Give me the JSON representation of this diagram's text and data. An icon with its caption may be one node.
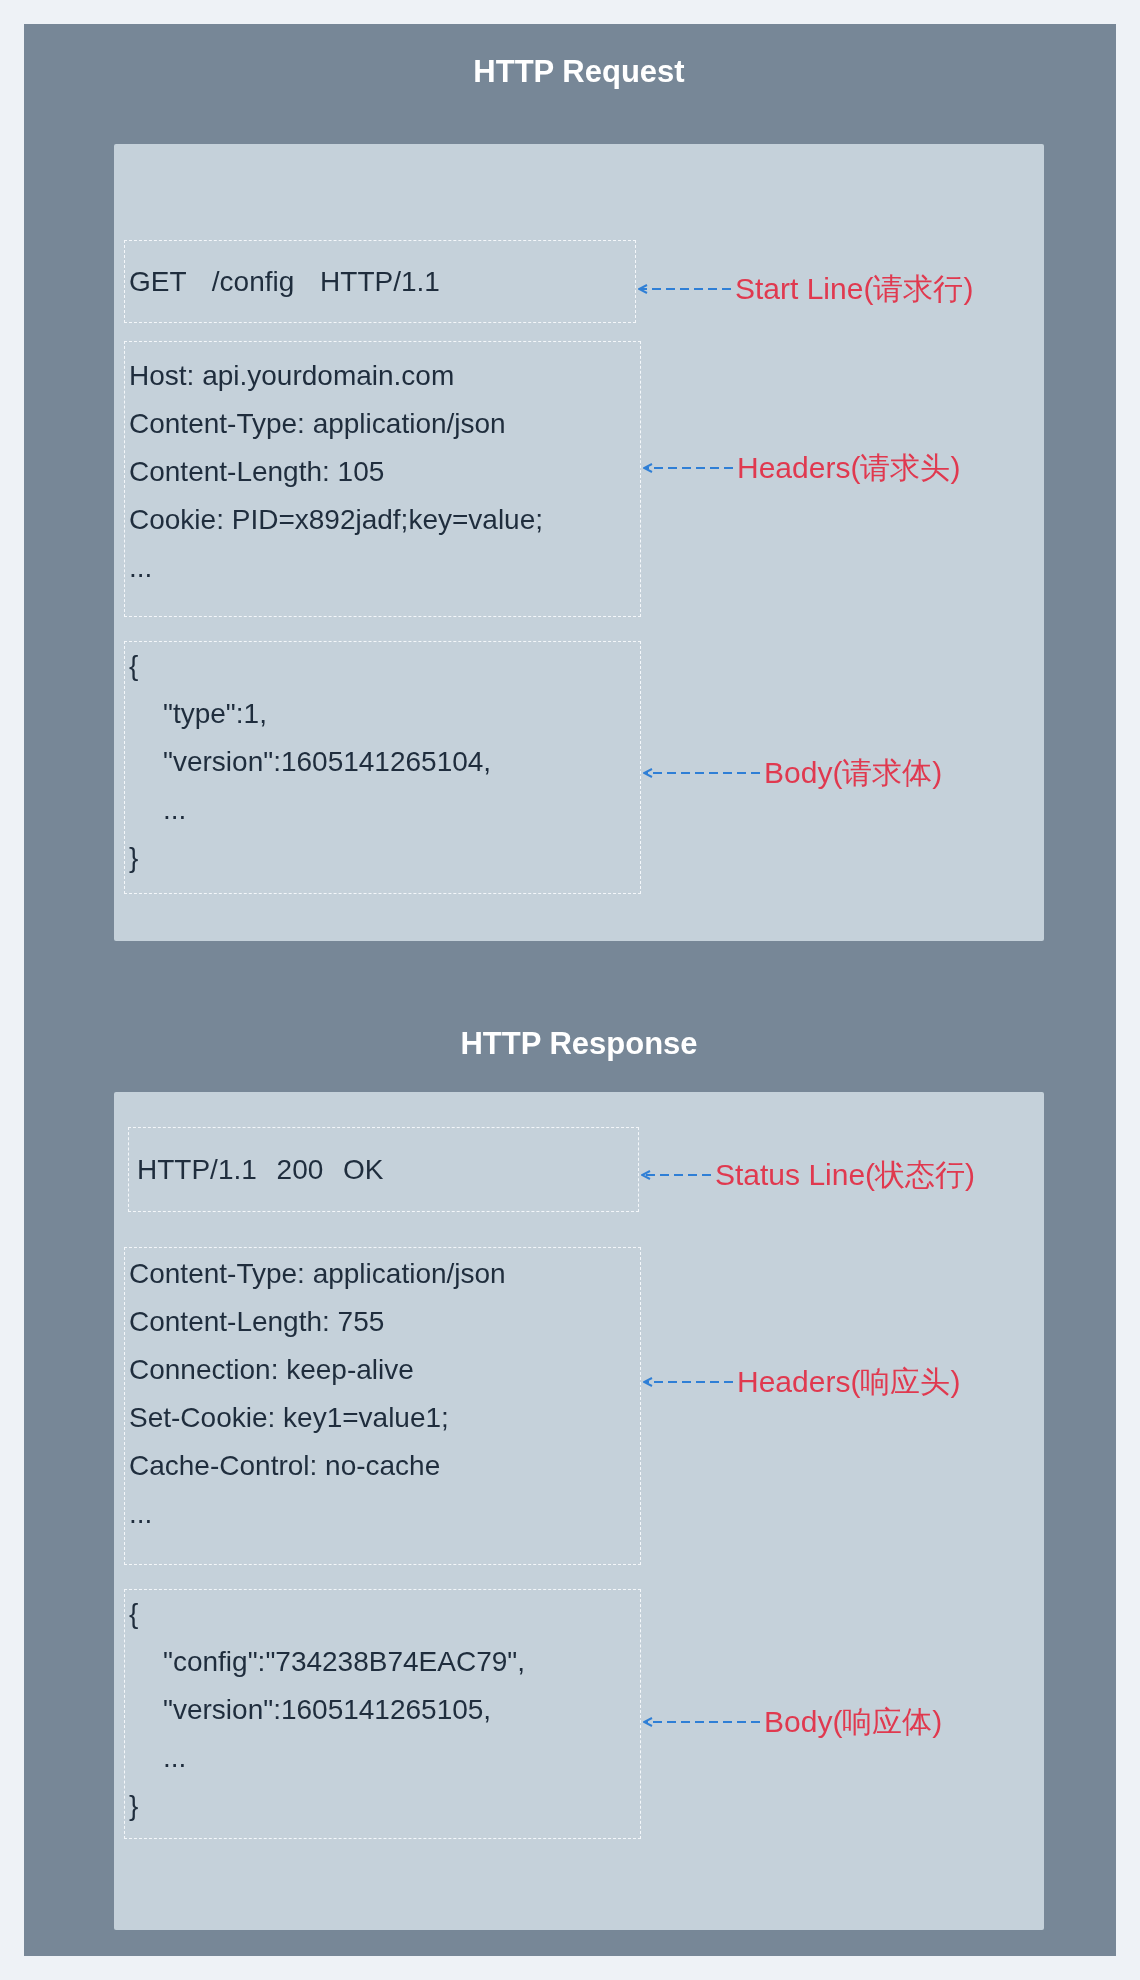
{
  "diagram": {
    "nodes": [
      {
        "text": [
          "HTTP Request"
        ]
      },
      {
        "text": [
          "GET /config HTTP/1.1"
        ],
        "in": 0
      },
      {
        "text": [
          "Host: api.yourdomain.com",
          "Content-Type: application/json",
          "Content-Length: 105",
          "Cookie: PID=x892jadf;key=value;",
          "..."
        ],
        "in": 0
      },
      {
        "text": [
          "{",
          "\"type\":1,",
          "\"version\":1605141265104,",
          "...",
          "}"
        ],
        "in": 0
      },
      {
        "text": [
          "Start Line(请求行)"
        ],
        "in": 0
      },
      {
        "text": [
          "Headers(请求头)"
        ],
        "in": 0
      },
      {
        "text": [
          "Body(请求体)"
        ],
        "in": 0
      },
      {
        "text": [
          "HTTP Response"
        ]
      },
      {
        "text": [
          "HTTP/1.1 200 OK"
        ],
        "in": 7
      },
      {
        "text": [
          "Content-Type: application/json",
          "Content-Length: 755",
          "Connection: keep-alive",
          "Set-Cookie: key1=value1;",
          "Cache-Control: no-cache",
          "..."
        ],
        "in": 7
      },
      {
        "text": [
          "{",
          "\"config\":\"734238B74EAC79\",",
          "\"version\":1605141265105,",
          "...",
          "}"
        ],
        "in": 7
      },
      {
        "text": [
          "Status Line(状态行)"
        ],
        "in": 7
      },
      {
        "text": [
          "Headers(响应头)"
        ],
        "in": 7
      },
      {
        "text": [
          "Body(响应体)"
        ],
        "in": 7
      }
    ],
    "edges": [
      {
        "from": 4,
        "to": 1,
        "arrow": "to",
        "style": "dashed"
      },
      {
        "from": 5,
        "to": 2,
        "arrow": "to",
        "style": "dashed"
      },
      {
        "from": 6,
        "to": 3,
        "arrow": "to",
        "style": "dashed"
      },
      {
        "from": 11,
        "to": 8,
        "arrow": "to",
        "style": "dashed"
      },
      {
        "from": 12,
        "to": 9,
        "arrow": "to",
        "style": "dashed"
      },
      {
        "from": 13,
        "to": 10,
        "arrow": "to",
        "style": "dashed"
      }
    ]
  }
}
